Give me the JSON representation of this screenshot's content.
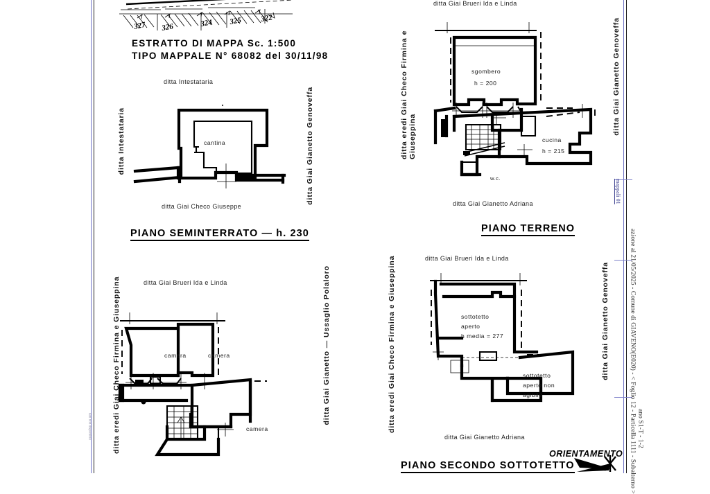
{
  "document": {
    "kind": "catasto-planimetria",
    "extract_line_1": "ESTRATTO DI MAPPA Sc. 1:500",
    "extract_line_2": "TIPO MAPPALE N° 68082 del 30/11/98",
    "map_parcel_numbers": [
      "327",
      "326",
      "324",
      "325",
      "322"
    ]
  },
  "plans": [
    {
      "id": "seminterrato",
      "title": "PIANO SEMINTERRATO  —  h. 230",
      "owner_top": "ditta Intestataria",
      "owner_bottom": "ditta Giai Checo Giuseppe",
      "owner_left": "ditta Intestataria",
      "owner_right": "ditta Giai Gianetto Genoveffa",
      "rooms": [
        {
          "name": "cantina",
          "height": ""
        }
      ]
    },
    {
      "id": "terreno",
      "title": "PIANO TERRENO",
      "owner_top": "ditta Giai Brueri Ida e Linda",
      "owner_bottom": "ditta Giai Gianetto Adriana",
      "owner_left": "ditta eredi Giai Checo Firmina e Giuseppina",
      "owner_right": "ditta Giai Gianetto Genoveffa",
      "rooms": [
        {
          "name": "sgombero",
          "height": "h = 200"
        },
        {
          "name": "cucina",
          "height": "h = 215"
        },
        {
          "name": "w.c.",
          "height": ""
        }
      ]
    },
    {
      "id": "primo",
      "title": "",
      "owner_top": "ditta Giai Brueri Ida e Linda",
      "owner_bottom": "",
      "owner_left": "ditta eredi Giai Checo Firmina e Giuseppina",
      "owner_right": "ditta Giai Gianetto — Ussaglio Polaloro",
      "rooms": [
        {
          "name": "camera",
          "height": ""
        },
        {
          "name": "camera",
          "height": ""
        },
        {
          "name": "camera",
          "height": ""
        }
      ]
    },
    {
      "id": "secondo-sottotetto",
      "title": "PIANO SECONDO SOTTOTETTO",
      "owner_top": "ditta Giai Brueri Ida e Linda",
      "owner_bottom": "ditta Giai Gianetto Adriana",
      "owner_left": "ditta eredi Giai Checo Firmina e Giuseppina",
      "owner_right": "ditta Giai Gianetto Genoveffa",
      "rooms": [
        {
          "name": "sottotetto aperto",
          "height": "h media = 277"
        },
        {
          "name": "sottotetto aperto non agibile",
          "height": ""
        }
      ]
    }
  ],
  "room_labels": {
    "cantina": "cantina",
    "sgombero": "sgombero",
    "sgombero_h": "h = 200",
    "cucina": "cucina",
    "cucina_h": "h = 215",
    "wc": "w.c.",
    "camera_1": "camera",
    "camera_2": "camera",
    "camera_3": "camera",
    "sottotetto_aperto_l1": "sottotetto",
    "sottotetto_aperto_l2": "aperto",
    "sottotetto_aperto_l3": "h media = 277",
    "sottotetto_nonagibile_l1": "sottotetto",
    "sottotetto_nonagibile_l2": "aperto non",
    "sottotetto_nonagibile_l3": "agibile"
  },
  "orientation": {
    "label": "ORIENTAMENTO",
    "icon": "compass-north-arrow"
  },
  "metadata_margin": {
    "line_main": "azione al 21/05/2025 - Comune di GIAVENO(E020) - < Foglio 12 - Particella 1111 - Subalterno >",
    "line_sub": "ano S1-T - 1-2",
    "tag": "mappali 01",
    "fineprint_left": "dati non disponibili"
  },
  "colors": {
    "ink": "#000000",
    "paper": "#ffffff",
    "metadata_blue": "#3b3f8f",
    "rule_blue": "#6b6fc4"
  }
}
